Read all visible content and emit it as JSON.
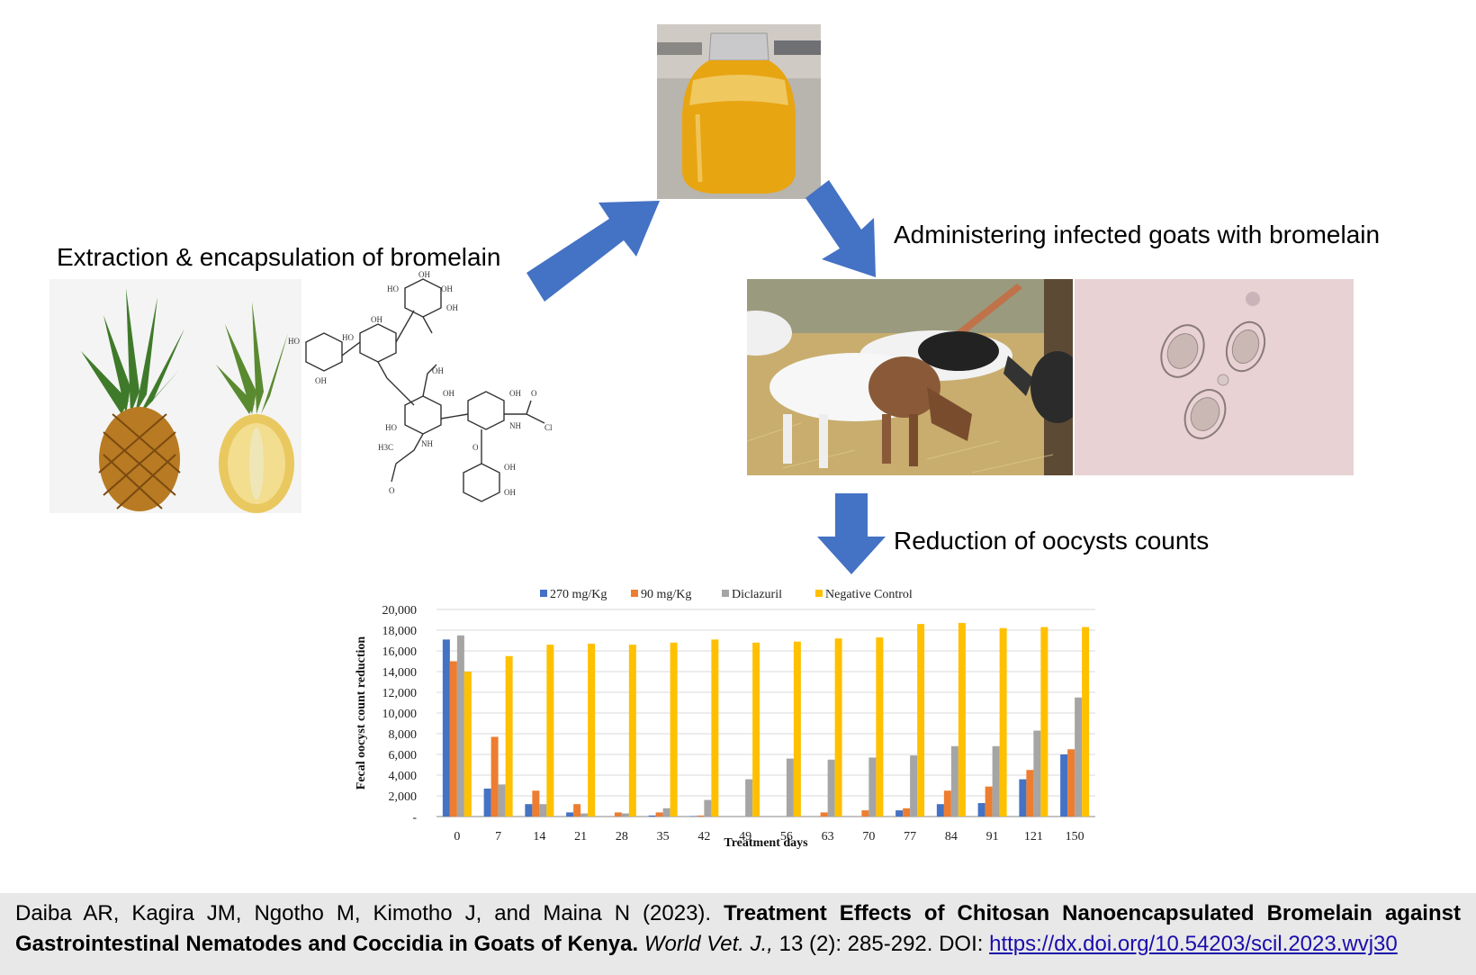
{
  "captions": {
    "extraction": "Extraction & encapsulation of bromelain",
    "administering": "Administering infected  goats with bromelain",
    "reduction": "Reduction of oocysts counts"
  },
  "chem_labels": [
    "OH",
    "HO",
    "OH",
    "OH",
    "HO",
    "OH",
    "HO",
    "OH",
    "OH",
    "HO",
    "OH",
    "OH",
    "H3C",
    "NH",
    "O",
    "NH",
    "Cl",
    "O",
    "OH",
    "OH",
    "O"
  ],
  "colors": {
    "arrow": "#4472c4",
    "s270": "#4472c4",
    "s90": "#ed7d31",
    "diclazuril": "#a5a5a5",
    "negative": "#ffc000"
  },
  "chart_data": {
    "type": "bar",
    "xlabel": "Treatment days",
    "ylabel": "Fecal oocyst count reduction",
    "ylim": [
      0,
      20000
    ],
    "yticks": [
      "-",
      "2,000",
      "4,000",
      "6,000",
      "8,000",
      "10,000",
      "12,000",
      "14,000",
      "16,000",
      "18,000",
      "20,000"
    ],
    "legend_position": "top",
    "grid": true,
    "categories": [
      "0",
      "7",
      "14",
      "21",
      "28",
      "35",
      "42",
      "49",
      "56",
      "63",
      "70",
      "77",
      "84",
      "91",
      "121",
      "150"
    ],
    "series": [
      {
        "name": "270 mg/Kg",
        "color": "#4472c4",
        "values": [
          17100,
          2700,
          1200,
          400,
          0,
          100,
          50,
          0,
          0,
          0,
          0,
          600,
          1200,
          1300,
          3600,
          6000
        ]
      },
      {
        "name": "90 mg/Kg",
        "color": "#ed7d31",
        "values": [
          15000,
          7700,
          2500,
          1200,
          400,
          400,
          100,
          0,
          0,
          400,
          600,
          800,
          2500,
          2900,
          4500,
          6500
        ]
      },
      {
        "name": "Diclazuril",
        "color": "#a5a5a5",
        "values": [
          17500,
          3100,
          1200,
          300,
          300,
          800,
          1600,
          3600,
          5600,
          5500,
          5700,
          5900,
          6800,
          6800,
          8300,
          11500
        ]
      },
      {
        "name": "Negative Control",
        "color": "#ffc000",
        "values": [
          14000,
          15500,
          16600,
          16700,
          16600,
          16800,
          17100,
          16800,
          16900,
          17200,
          17300,
          18600,
          18700,
          18200,
          18300,
          18300
        ]
      }
    ]
  },
  "citation": {
    "authors": "Daiba AR, Kagira JM, Ngotho M, Kimotho J, and Maina N (2023). ",
    "title": "Treatment Effects of Chitosan Nanoencapsulated Bromelain against Gastrointestinal Nematodes and Coccidia in Goats of Kenya.",
    "journal": "World Vet. J.,",
    "volume": " 13 (2): 285-292. DOI: ",
    "doi": "https://dx.doi.org/10.54203/scil.2023.wvj30"
  }
}
